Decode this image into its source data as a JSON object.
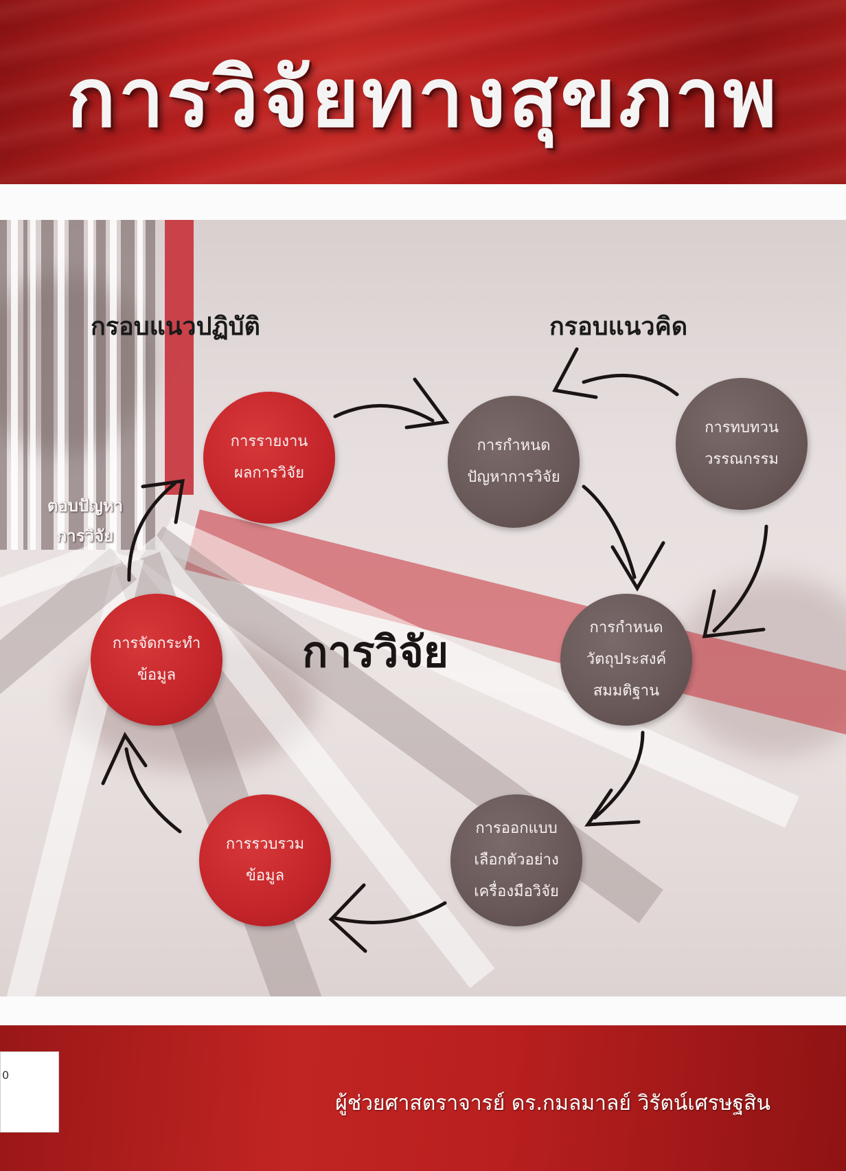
{
  "title": "การวิจัยทางสุขภาพ",
  "headings": {
    "practice": "กรอบแนวปฏิบัติ",
    "concept": "กรอบแนวคิด"
  },
  "answer_label": [
    "ตอบปัญหา",
    "การวิจัย"
  ],
  "center_word": "การวิจัย",
  "cycle": {
    "report": [
      "การรายงาน",
      "ผลการวิจัย"
    ],
    "define_problem": [
      "การกำหนด",
      "ปัญหาการวิจัย"
    ],
    "literature": [
      "การทบทวน",
      "วรรณกรรม"
    ],
    "objectives": [
      "การกำหนด",
      "วัตถุประสงค์",
      "สมมติฐาน"
    ],
    "design": [
      "การออกแบบ",
      "เลือกตัวอย่าง",
      "เครื่องมือวิจัย"
    ],
    "collect": [
      "การรวบรวม",
      "ข้อมูล"
    ],
    "process": [
      "การจัดกระทำ",
      "ข้อมูล"
    ]
  },
  "author": "ผู้ช่วยศาสตราจารย์ ดร.กมลมาลย์ วิรัตน์เศรษฐสิน",
  "sticker_text": "0",
  "colors": {
    "band_red": "#b81f1f",
    "node_red": "#c4252a",
    "node_grey": "#695858",
    "title_text": "#f4f4f4"
  }
}
